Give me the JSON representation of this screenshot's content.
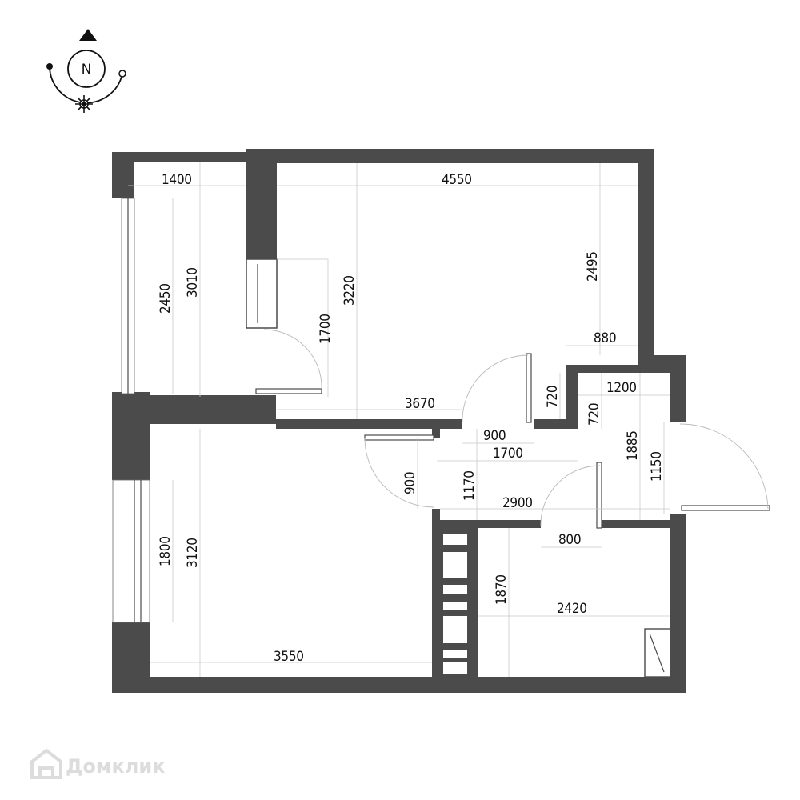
{
  "compass": {
    "letter": "N"
  },
  "dimensions": {
    "balcony_width": "1400",
    "bedroom_width": "4550",
    "balcony_window": "2450",
    "balcony_length": "3010",
    "closet_depth": "1700",
    "bedroom_depth": "3220",
    "bedroom_right_depth": "2495",
    "niche_width": "880",
    "niche_depth": "720",
    "bedroom_bottom_width": "3670",
    "hall_step": "720",
    "entry_width": "1200",
    "bedroom_door": "900",
    "corridor_length": "1700",
    "entry_length": "1885",
    "entry_door": "1150",
    "living_door": "900",
    "corridor_depth": "1170",
    "hall_length": "2900",
    "bath_door": "800",
    "living_window": "1800",
    "living_depth": "3120",
    "bath_depth": "1870",
    "bath_width": "2420",
    "living_width": "3550"
  },
  "watermark": {
    "text": "Домклик"
  }
}
